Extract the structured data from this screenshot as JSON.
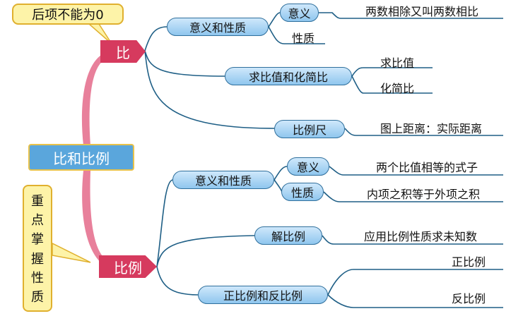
{
  "center": "比和比例",
  "note_top": "后项不能为0",
  "note_side": [
    "重",
    "点",
    "掌",
    "握",
    "性",
    "质"
  ],
  "bi": {
    "label": "比",
    "meaning": {
      "label": "意义和性质",
      "yiyi": "意义",
      "yiyi_text": "两数相除又叫两数相比",
      "xingzhi": "性质"
    },
    "qiu": {
      "label": "求比值和化简比",
      "a": "求比值",
      "b": "化简比"
    },
    "chi": {
      "label": "比例尺",
      "text": "图上距离：实际距离"
    }
  },
  "bili": {
    "label": "比例",
    "meaning": {
      "label": "意义和性质",
      "yiyi": "意义",
      "yiyi_text": "两个比值相等的式子",
      "xingzhi": "性质",
      "xingzhi_text": "内项之积等于外项之积"
    },
    "jie": {
      "label": "解比例",
      "text": "应用比例性质求未知数"
    },
    "zf": {
      "label": "正比例和反比例",
      "a": "正比例",
      "b": "反比例"
    }
  }
}
